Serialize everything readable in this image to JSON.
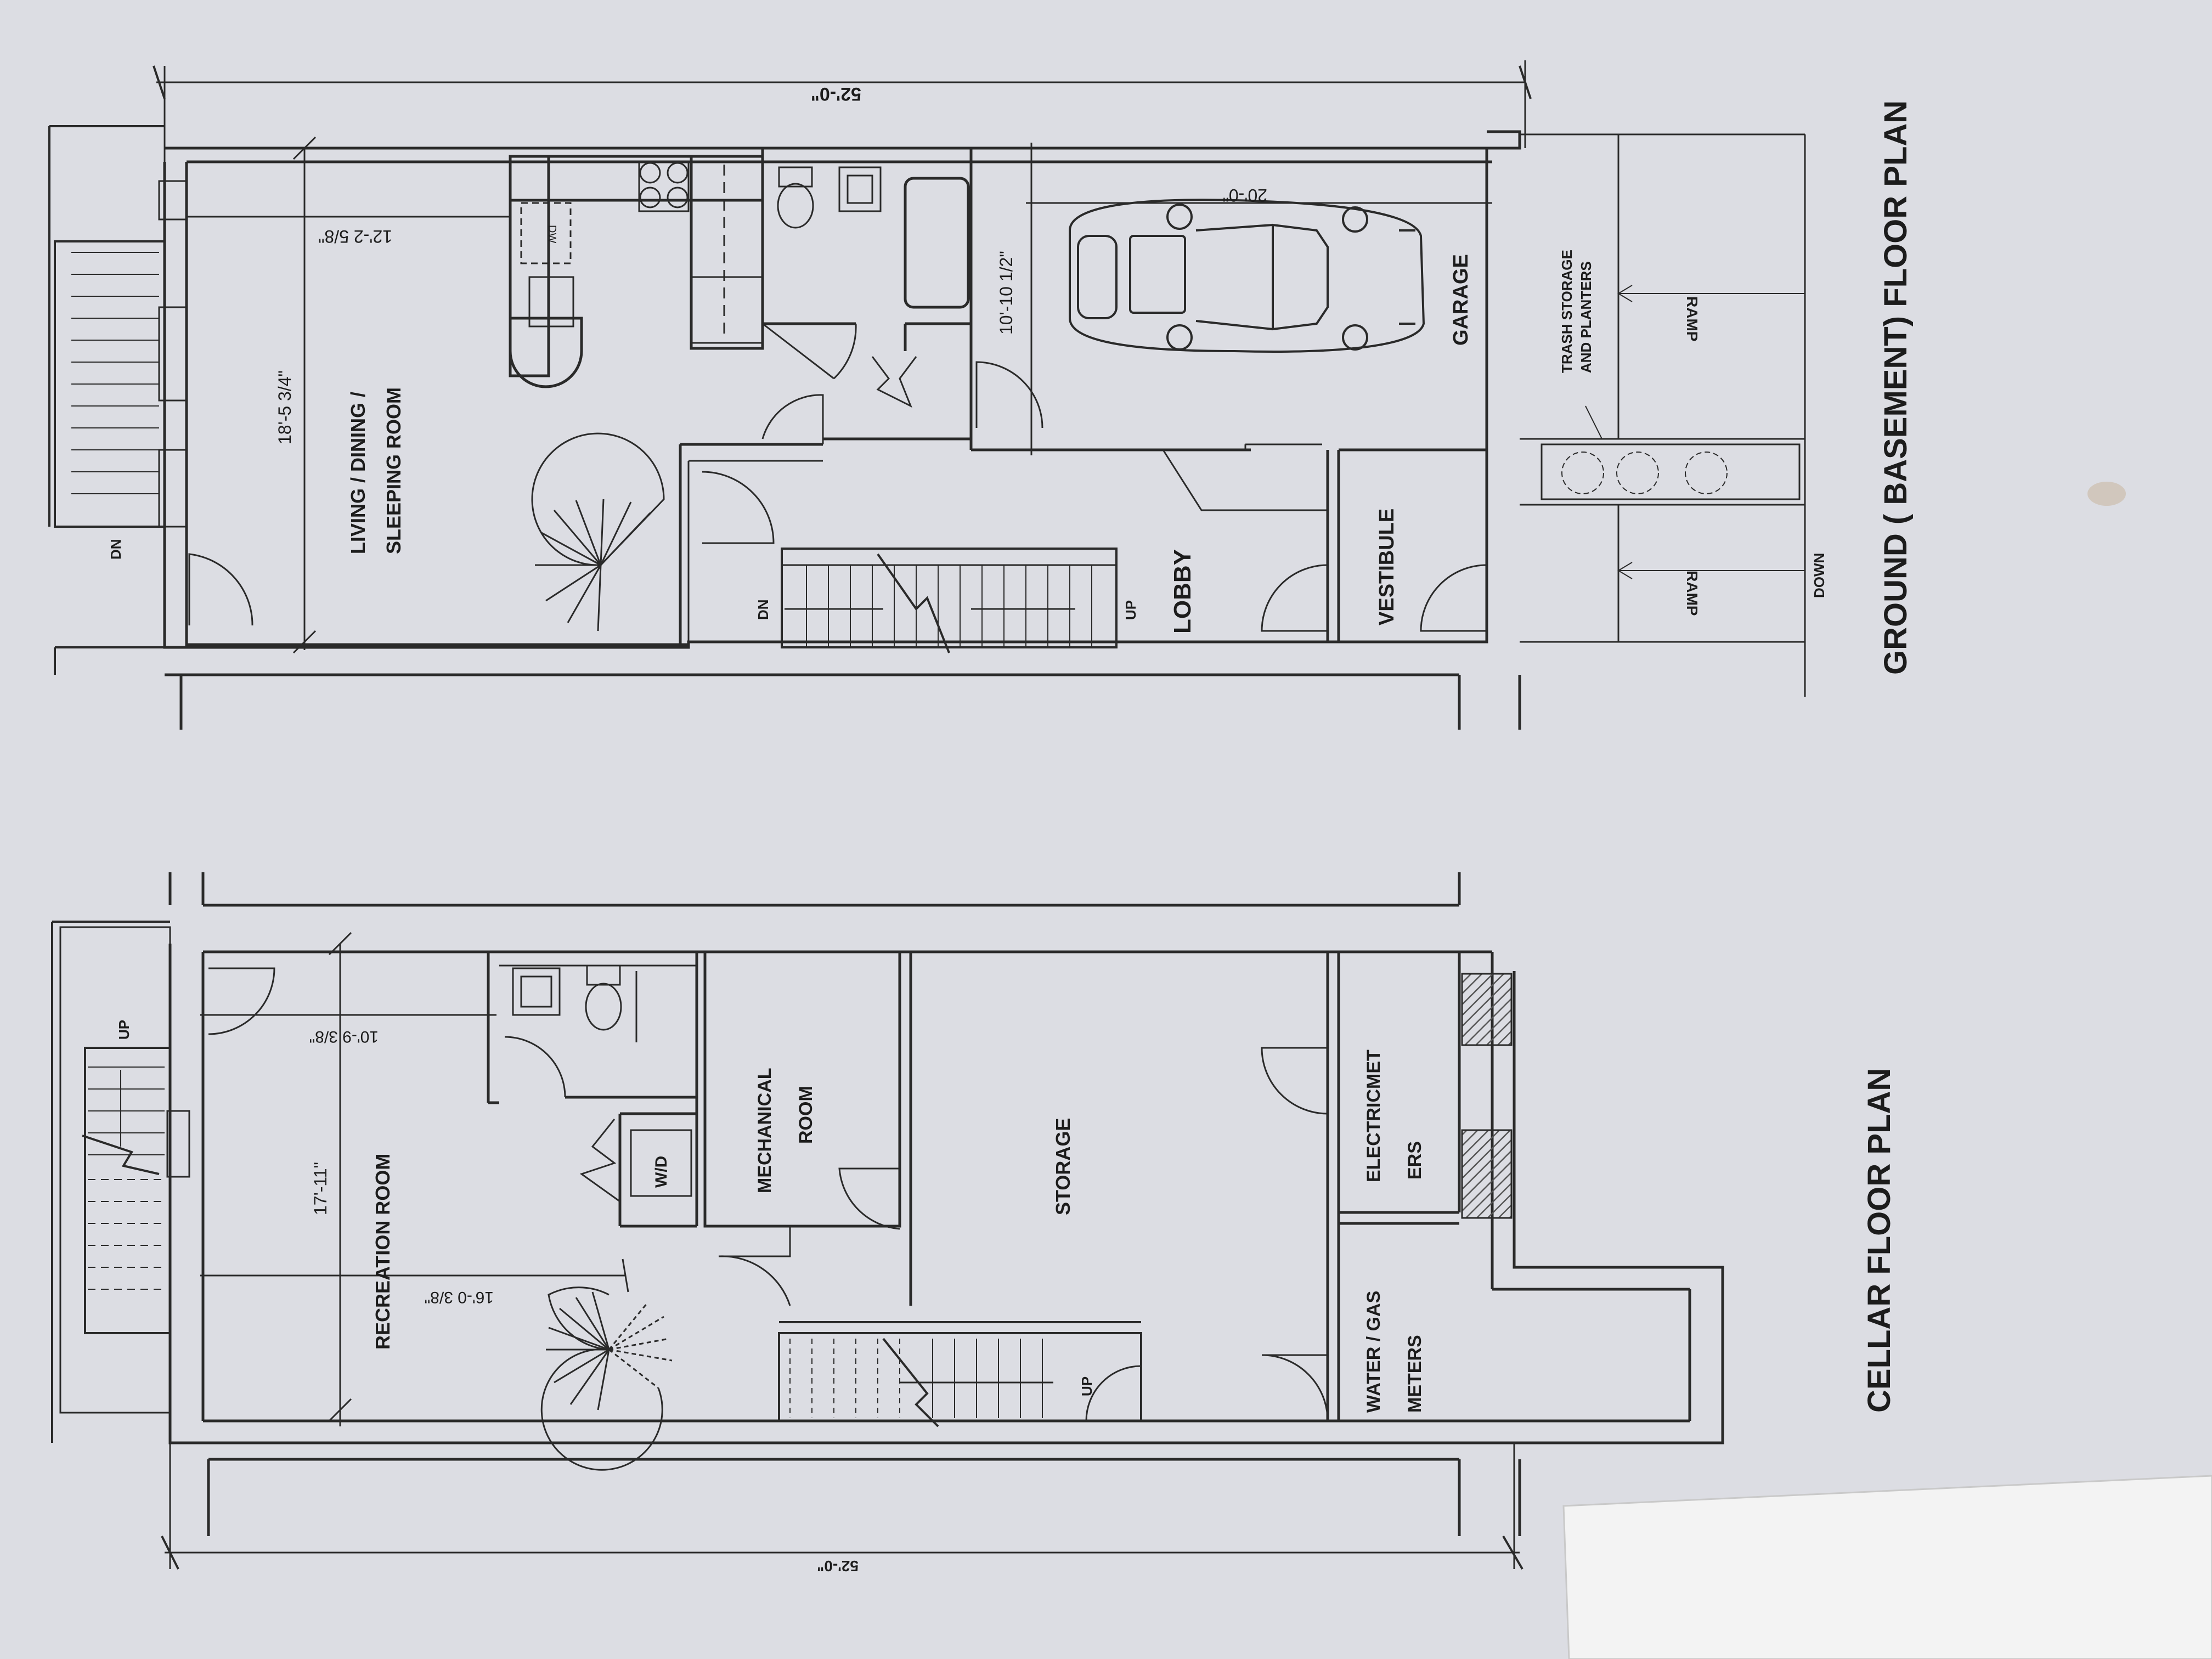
{
  "colors": {
    "paper": "#dcdde3",
    "ink": "#1c1c1c",
    "wall": "#2a2a2a",
    "hatch": "#555555",
    "overlay_paper": "#f3f3f3"
  },
  "ground": {
    "title": "GROUND ( BASEMENT) FLOOR PLAN",
    "overall_dim": "52'-0\"",
    "rooms": {
      "living": [
        "LIVING / DINING /",
        "SLEEPING ROOM"
      ],
      "lobby": "LOBBY",
      "vestibule": "VESTIBULE",
      "garage": "GARAGE",
      "trash": [
        "TRASH STORAGE",
        "AND PLANTERS"
      ]
    },
    "dims": {
      "living_depth": "18'-5 3/4\"",
      "living_width": "12'-2 5/8\"",
      "garage_width": "10'-10 1/2\"",
      "garage_depth": "20'-0\""
    },
    "labels": {
      "dw": "DW",
      "dn_front": "DN",
      "dn_stair": "DN",
      "up_stair": "UP",
      "ramp_top": "RAMP",
      "ramp_bottom": "RAMP",
      "down": "DOWN"
    }
  },
  "cellar": {
    "title": "CELLAR FLOOR PLAN",
    "overall_dim": "52'-0\"",
    "rooms": {
      "recreation": "RECREATION ROOM",
      "mechanical": [
        "MECHANICAL",
        "ROOM"
      ],
      "storage": "STORAGE",
      "electric": [
        "ELECTRICMET",
        "ERS"
      ],
      "water": [
        "WATER / GAS",
        "METERS"
      ]
    },
    "dims": {
      "rec_width": "10'-9 3/8\"",
      "rec_depth": "17'-11\"",
      "rec_length": "16'-0 3/8\""
    },
    "labels": {
      "wd": "W/D",
      "up_front": "UP",
      "up_stair": "UP"
    }
  }
}
